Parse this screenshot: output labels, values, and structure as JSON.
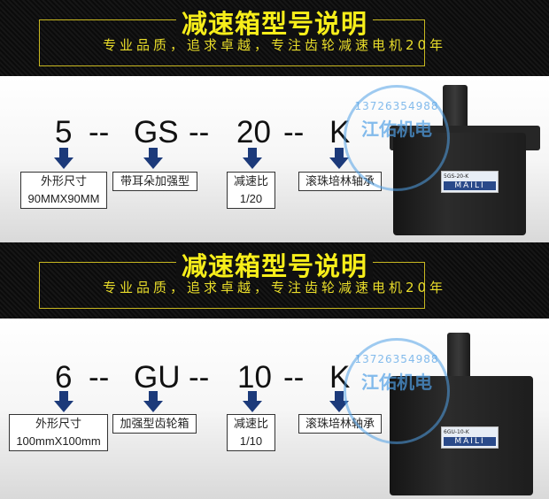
{
  "sections": [
    {
      "banner": {
        "title": "减速箱型号说明",
        "subtitle": "专业品质，追求卓越，专注齿轮减速电机20年"
      },
      "code": [
        "5",
        "--",
        "GS",
        "--",
        "20",
        "--",
        "K"
      ],
      "boxes": [
        {
          "line1": "外形尺寸",
          "line2": "90MMX90MM"
        },
        {
          "line1": "带耳朵加强型"
        },
        {
          "line1": "减速比",
          "line2": "1/20"
        },
        {
          "line1": "滚珠培林轴承"
        }
      ],
      "product": {
        "model_label": "5GS-20-K",
        "brand": "MAILI"
      }
    },
    {
      "banner": {
        "title": "减速箱型号说明",
        "subtitle": "专业品质，追求卓越，专注齿轮减速电机20年"
      },
      "code": [
        "6",
        "--",
        "GU",
        "--",
        "10",
        "--",
        "K"
      ],
      "boxes": [
        {
          "line1": "外形尺寸",
          "line2": "100mmX100mm"
        },
        {
          "line1": "加强型齿轮箱"
        },
        {
          "line1": "减速比",
          "line2": "1/10"
        },
        {
          "line1": "滚珠培林轴承"
        }
      ],
      "product": {
        "model_label": "6GU-10-K",
        "brand": "MAILI"
      }
    }
  ],
  "stamp": {
    "phone": "13726354988",
    "name": "江佑机电"
  },
  "colors": {
    "banner_title": "#f7ee1a",
    "arrow": "#1c3a7a",
    "stamp": "#50a0e6"
  }
}
